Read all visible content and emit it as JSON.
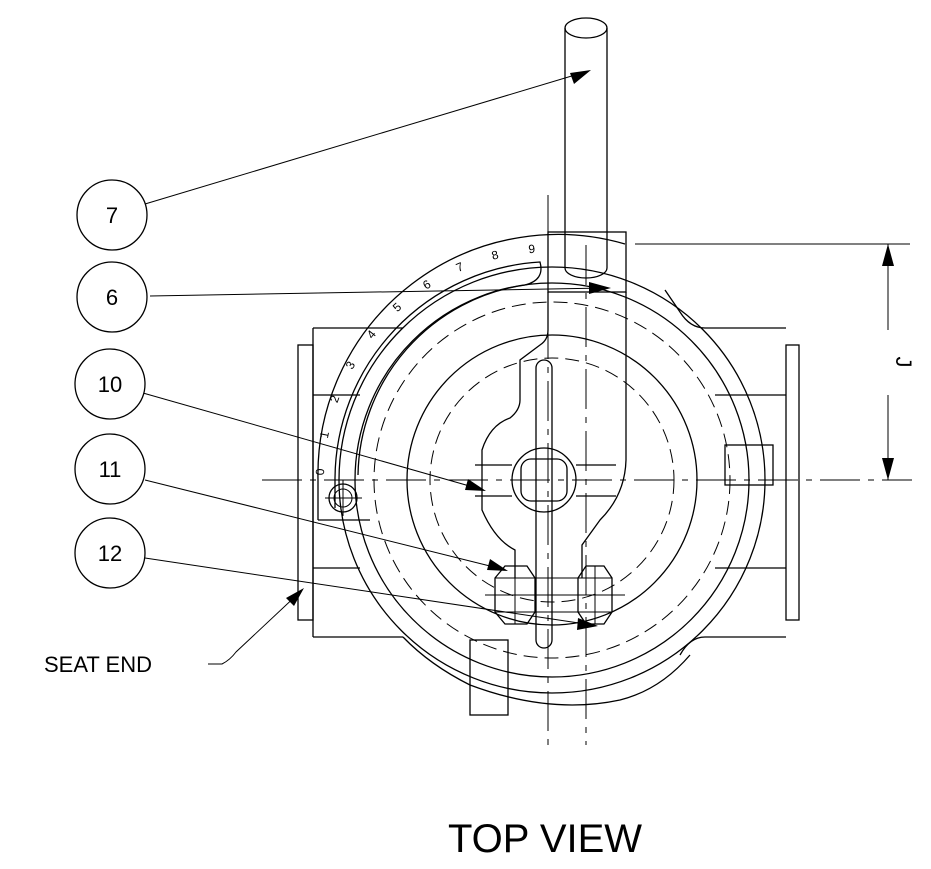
{
  "callouts": [
    {
      "id": "7",
      "label": "7"
    },
    {
      "id": "6",
      "label": "6"
    },
    {
      "id": "10",
      "label": "10"
    },
    {
      "id": "11",
      "label": "11"
    },
    {
      "id": "12",
      "label": "12"
    }
  ],
  "labels": {
    "seat_end": "SEAT END",
    "dimension": "J",
    "view_title": "TOP VIEW"
  },
  "scale_marks": [
    "0",
    "1",
    "2",
    "3",
    "4",
    "5",
    "6",
    "7",
    "8",
    "9"
  ]
}
